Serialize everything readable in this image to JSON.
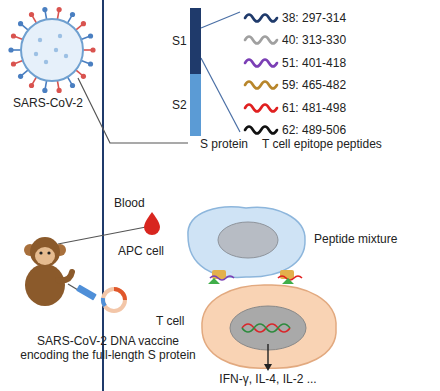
{
  "diagram": {
    "nodes": [
      {
        "text": [
          "S1"
        ]
      },
      {
        "text": [
          "S2"
        ]
      },
      {
        "text": [
          "APC cell"
        ]
      },
      {
        "text": [
          "T cell"
        ]
      }
    ],
    "labels": [
      "SARS-CoV-2",
      "38: 297-314",
      "40: 313-330",
      "51: 401-418",
      "59: 465-482",
      "61: 481-498",
      "62: 489-506",
      "S protein",
      "T cell epitope peptides",
      "Blood",
      "Peptide mixture",
      "SARS-CoV-2 DNA vaccine encoding the full-length S protein",
      "IFN-γ, IL-4, IL-2 ..."
    ]
  }
}
